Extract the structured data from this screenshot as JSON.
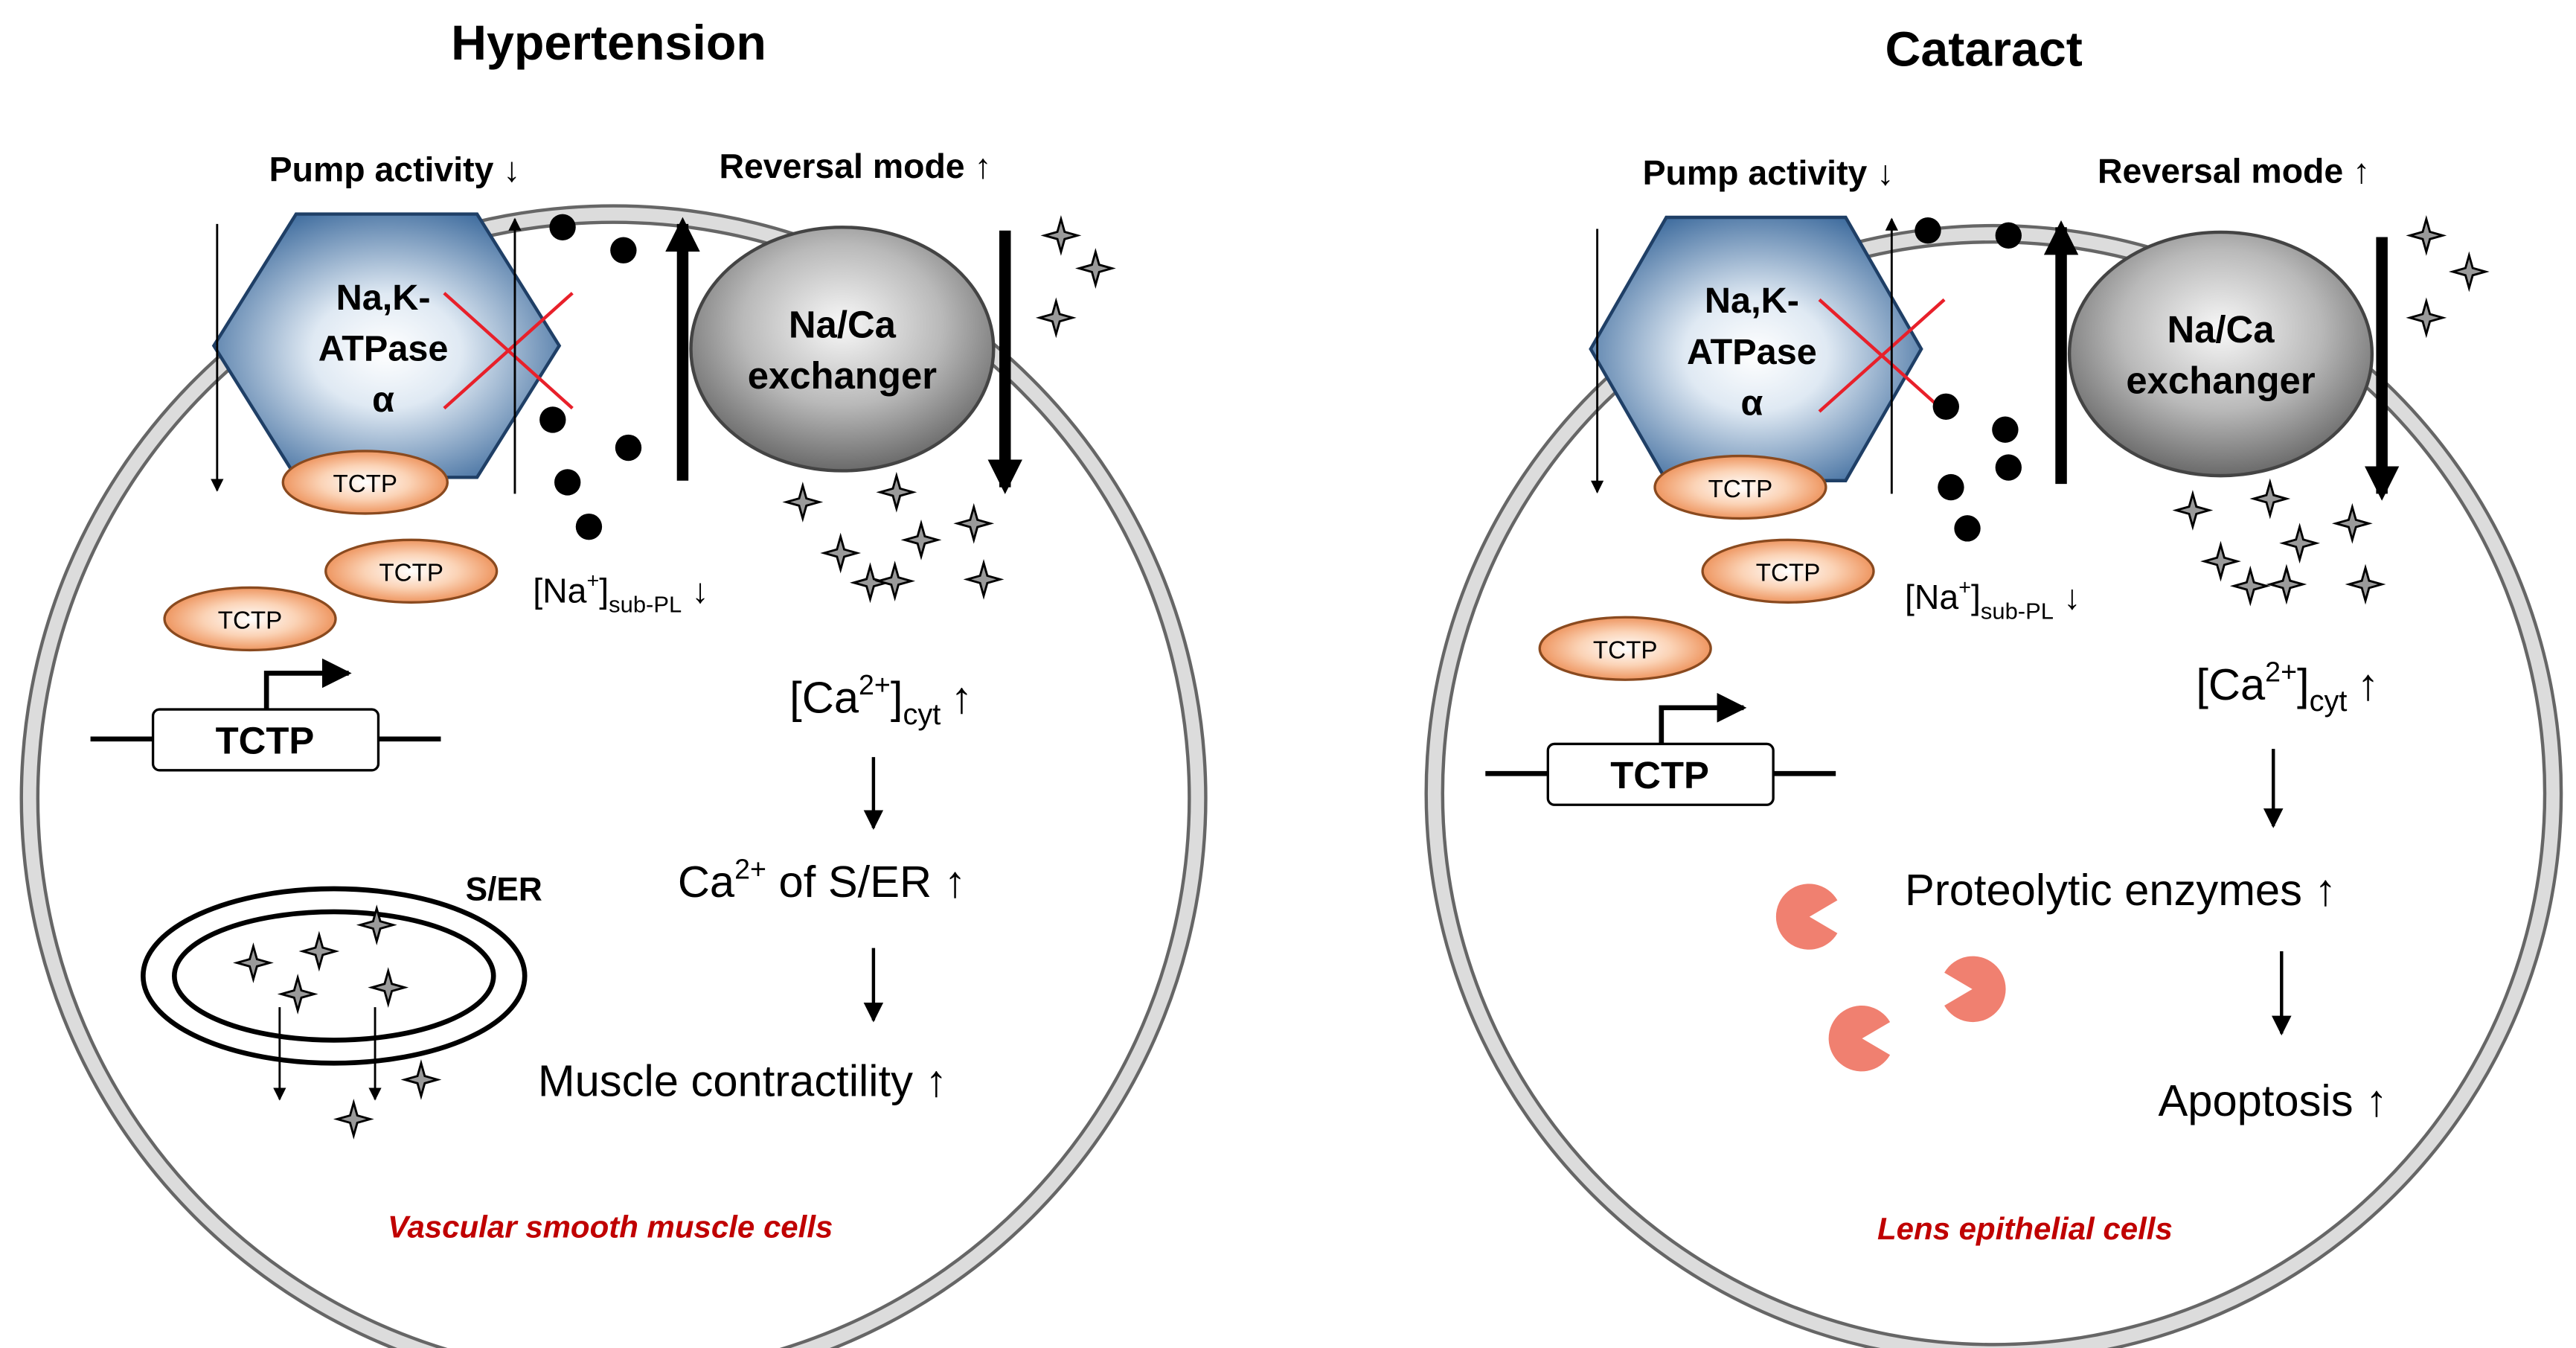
{
  "panels": [
    {
      "title": "Hypertension",
      "pump_label": "Pump activity ↓",
      "reversal_label": "Reversal mode ↑",
      "pump_name": [
        "Na,K-",
        "ATPase",
        "α"
      ],
      "exchanger_name": [
        "Na/Ca",
        "exchanger"
      ],
      "tctp_protein": "TCTP",
      "tctp_gene": "TCTP",
      "na_label": {
        "main": "[Na",
        "sup": "+",
        "close": "]",
        "sub": "sub-PL",
        "arrow": "↓"
      },
      "ca_label": {
        "main": "[Ca",
        "sup": "2+",
        "close": "]",
        "sub": "cyt",
        "arrow": "↑"
      },
      "chain": [
        {
          "main": "Ca",
          "sup": "2+",
          "rest": " of S/ER ↑"
        },
        {
          "main": "Muscle contractility ↑",
          "sup": "",
          "rest": ""
        }
      ],
      "organelle_label": "S/ER",
      "cell_type": "Vascular smooth muscle cells"
    },
    {
      "title": "Cataract",
      "pump_label": "Pump activity ↓",
      "reversal_label": "Reversal mode ↑",
      "pump_name": [
        "Na,K-",
        "ATPase",
        "α"
      ],
      "exchanger_name": [
        "Na/Ca",
        "exchanger"
      ],
      "tctp_protein": "TCTP",
      "tctp_gene": "TCTP",
      "na_label": {
        "main": "[Na",
        "sup": "+",
        "close": "]",
        "sub": "sub-PL",
        "arrow": "↓"
      },
      "ca_label": {
        "main": "[Ca",
        "sup": "2+",
        "close": "]",
        "sub": "cyt",
        "arrow": "↑"
      },
      "chain": [
        {
          "main": "Proteolytic enzymes ↑",
          "sup": "",
          "rest": ""
        },
        {
          "main": "Apoptosis ↑",
          "sup": "",
          "rest": ""
        }
      ],
      "cell_type": "Lens epithelial cells"
    }
  ],
  "colors": {
    "membrane_fill": "#dcdcdc",
    "atpase_blue": "#2e5f95",
    "tctp_orange": "#e97c3c",
    "inhibit_red": "#e8202a",
    "cell_type_red": "#c00000",
    "enzyme_salmon": "#f08070"
  }
}
